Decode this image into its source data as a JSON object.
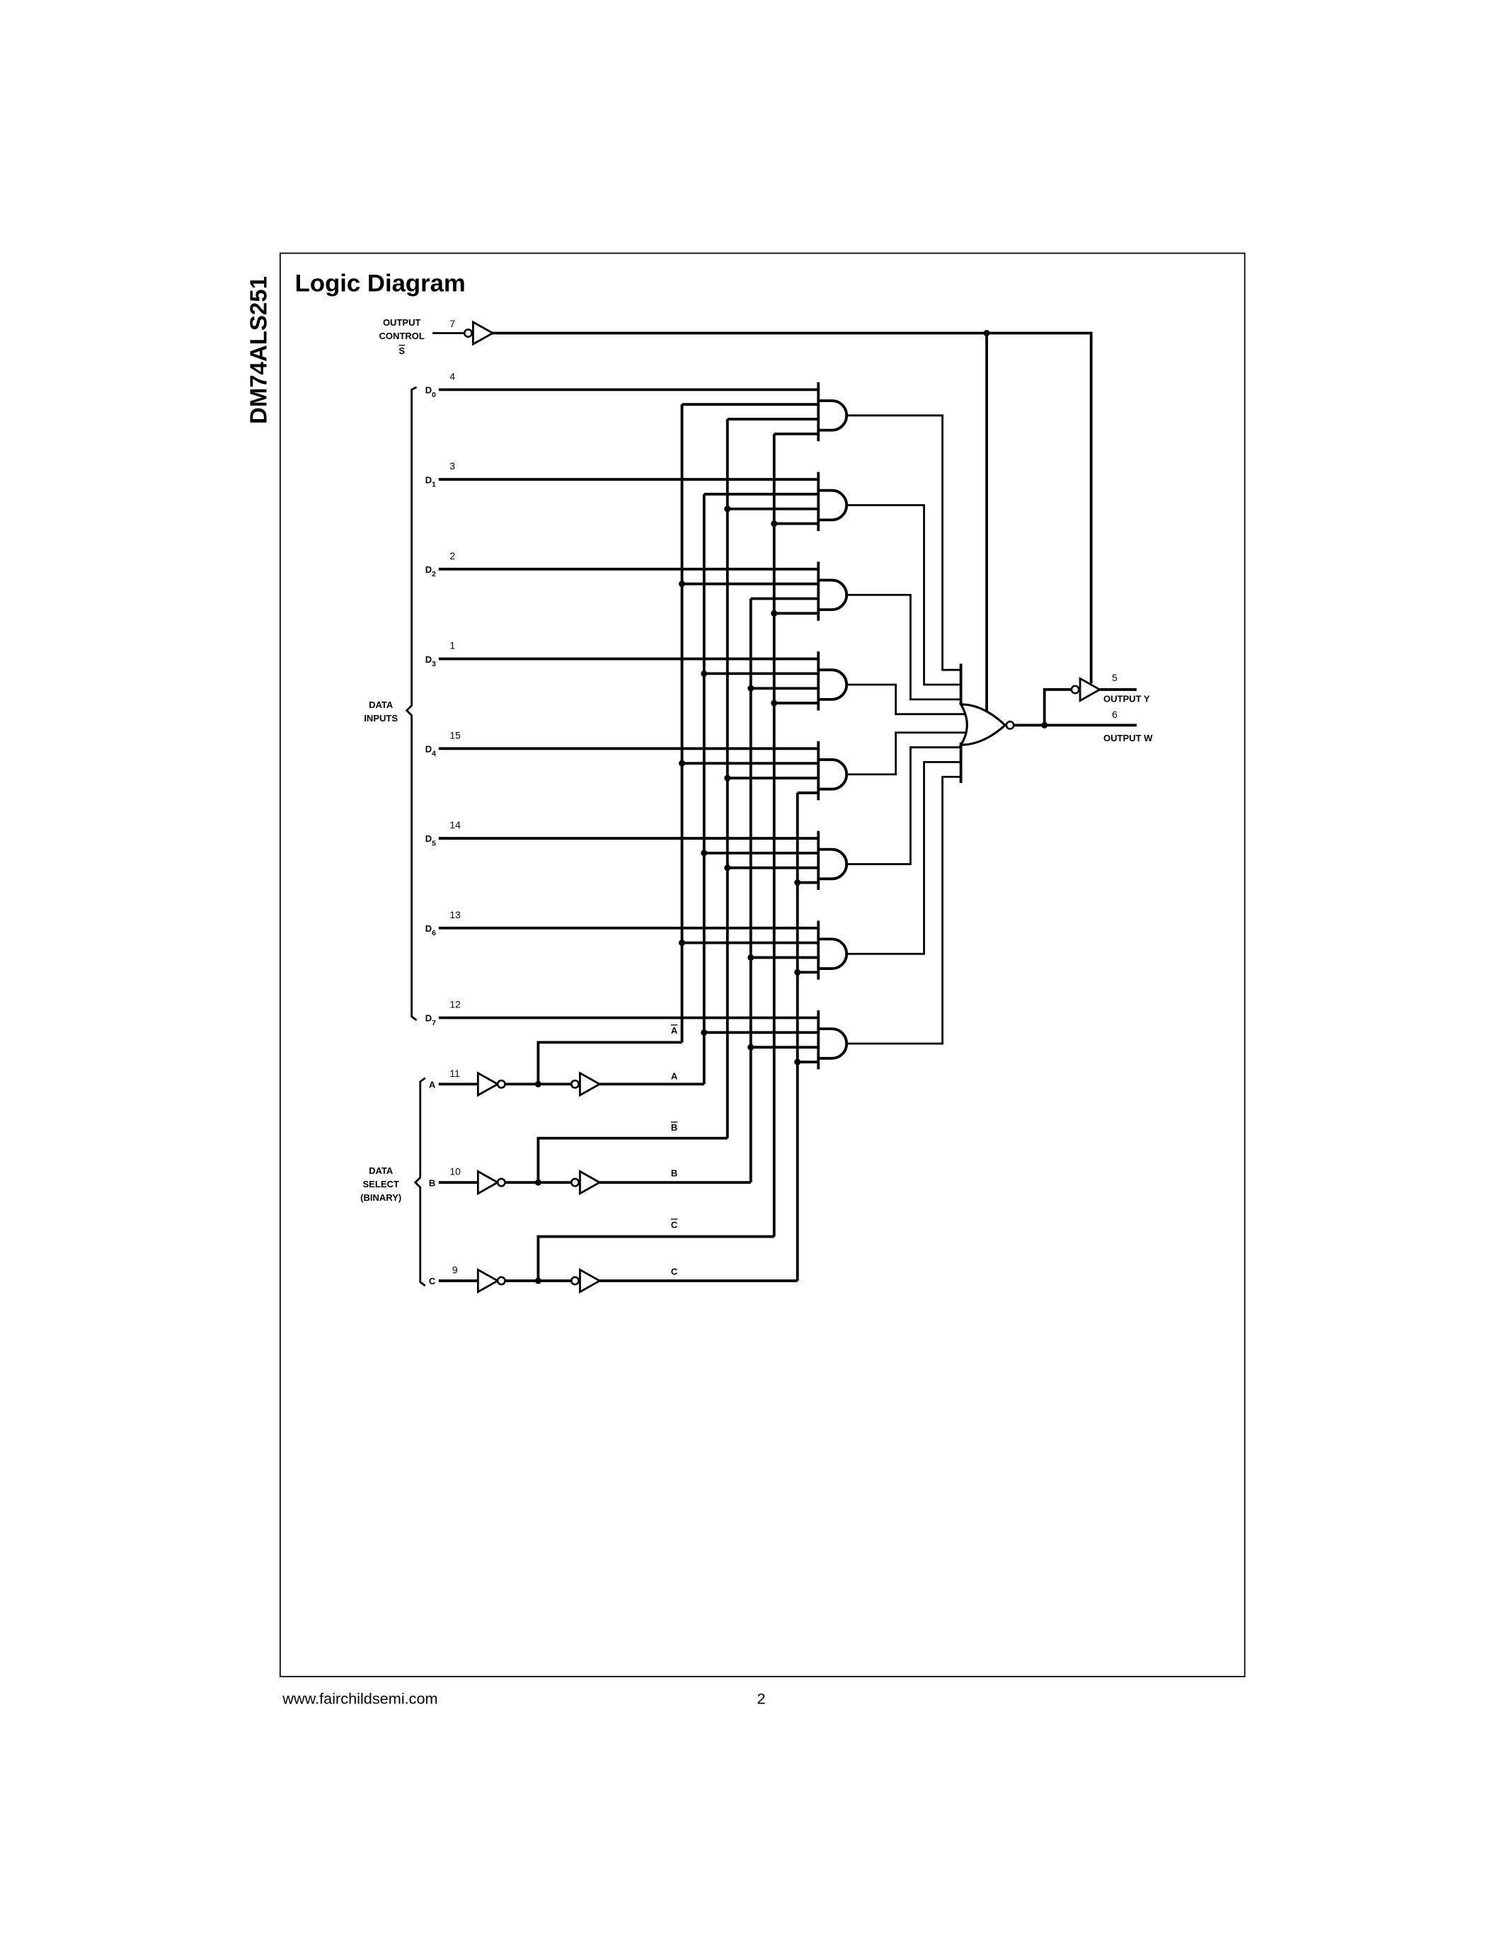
{
  "side_title": "DM74ALS251",
  "section_title": "Logic Diagram",
  "output_control": {
    "line1": "OUTPUT",
    "line2": "CONTROL",
    "signal": "S",
    "pin": "7"
  },
  "data_inputs": {
    "group_line1": "DATA",
    "group_line2": "INPUTS",
    "inputs": [
      {
        "name": "D",
        "sub": "0",
        "pin": "4"
      },
      {
        "name": "D",
        "sub": "1",
        "pin": "3"
      },
      {
        "name": "D",
        "sub": "2",
        "pin": "2"
      },
      {
        "name": "D",
        "sub": "3",
        "pin": "1"
      },
      {
        "name": "D",
        "sub": "4",
        "pin": "15"
      },
      {
        "name": "D",
        "sub": "5",
        "pin": "14"
      },
      {
        "name": "D",
        "sub": "6",
        "pin": "13"
      },
      {
        "name": "D",
        "sub": "7",
        "pin": "12"
      }
    ]
  },
  "data_select": {
    "group_line1": "DATA",
    "group_line2": "SELECT",
    "group_line3": "(BINARY)",
    "inputs": [
      {
        "name": "A",
        "pin": "11",
        "true_label": "A",
        "inv_label": "A"
      },
      {
        "name": "B",
        "pin": "10",
        "true_label": "B",
        "inv_label": "B"
      },
      {
        "name": "C",
        "pin": "9",
        "true_label": "C",
        "inv_label": "C"
      }
    ]
  },
  "outputs": {
    "y": {
      "pin": "5",
      "label": "OUTPUT Y"
    },
    "w": {
      "pin": "6",
      "label": "OUTPUT W"
    }
  },
  "footer": {
    "url": "www.fairchildsemi.com",
    "page": "2"
  }
}
